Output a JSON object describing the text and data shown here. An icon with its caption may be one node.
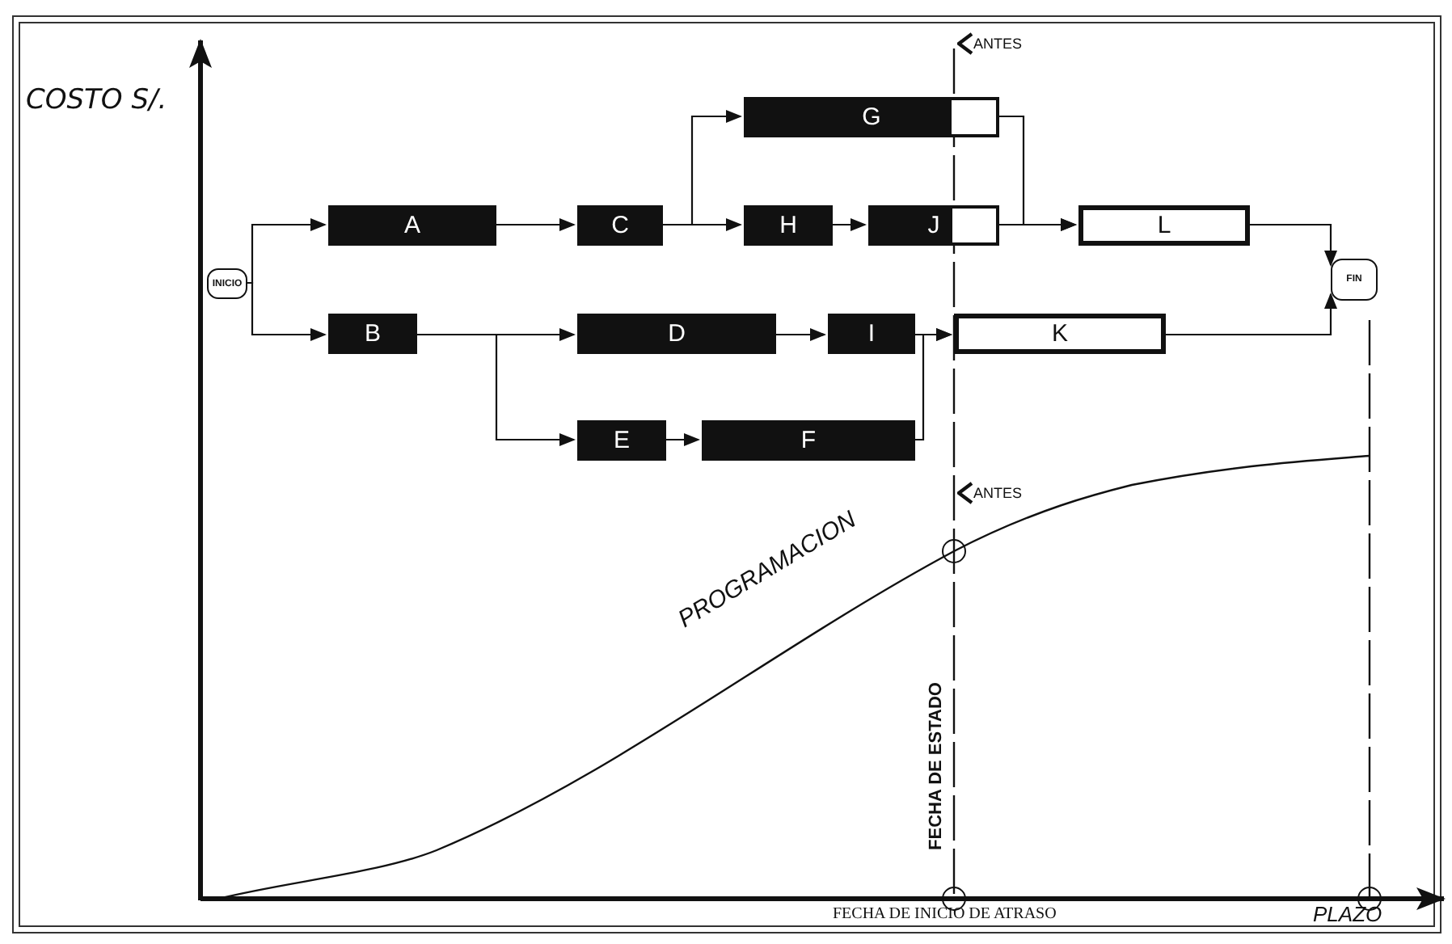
{
  "diagram": {
    "nodes": [
      {
        "text": [
          "INICIO"
        ]
      },
      {
        "text": [
          "A"
        ]
      },
      {
        "text": [
          "B"
        ]
      },
      {
        "text": [
          "C"
        ]
      },
      {
        "text": [
          "D"
        ]
      },
      {
        "text": [
          "E"
        ]
      },
      {
        "text": [
          "F"
        ]
      },
      {
        "text": [
          "G"
        ]
      },
      {
        "text": [
          "H"
        ]
      },
      {
        "text": [
          "I"
        ]
      },
      {
        "text": [
          "J"
        ]
      },
      {
        "text": [
          "K"
        ]
      },
      {
        "text": [
          "L"
        ]
      },
      {
        "text": [
          "FIN"
        ]
      }
    ],
    "edges": [
      {
        "from": 0,
        "to": 1,
        "arrow": "to"
      },
      {
        "from": 0,
        "to": 2,
        "arrow": "to"
      },
      {
        "from": 1,
        "to": 3,
        "arrow": "to"
      },
      {
        "from": 3,
        "to": 7,
        "arrow": "to"
      },
      {
        "from": 3,
        "to": 8,
        "arrow": "to"
      },
      {
        "from": 8,
        "to": 10,
        "arrow": "to"
      },
      {
        "from": 7,
        "to": 12,
        "arrow": "to"
      },
      {
        "from": 10,
        "to": 12,
        "arrow": "to"
      },
      {
        "from": 2,
        "to": 4,
        "arrow": "to"
      },
      {
        "from": 2,
        "to": 5,
        "arrow": "to"
      },
      {
        "from": 5,
        "to": 6,
        "arrow": "to"
      },
      {
        "from": 4,
        "to": 9,
        "arrow": "to"
      },
      {
        "from": 9,
        "to": 11,
        "arrow": "to"
      },
      {
        "from": 6,
        "to": 11,
        "arrow": "to"
      },
      {
        "from": 12,
        "to": 13,
        "arrow": "to"
      },
      {
        "from": 11,
        "to": 13,
        "arrow": "to"
      }
    ],
    "labels": [
      "ANTES",
      "COSTO S/.",
      "ANTES",
      "PROGRAMACION",
      "FECHA DE ESTADO",
      "FECHA DE INICIO DE ATRASO",
      "PLAZO"
    ]
  }
}
